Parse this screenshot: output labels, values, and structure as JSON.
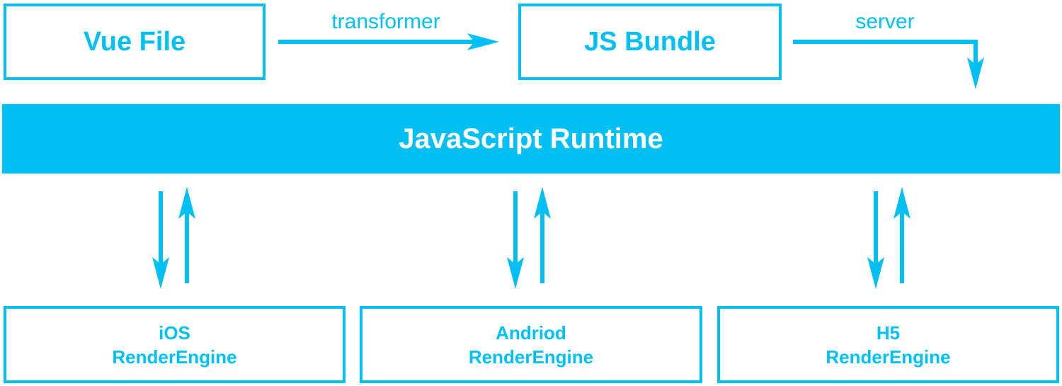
{
  "nodes": {
    "vue_file": "Vue File",
    "js_bundle": "JS Bundle",
    "runtime": "JavaScript Runtime",
    "ios": {
      "line1": "iOS",
      "line2": "RenderEngine"
    },
    "android": {
      "line1": "Andriod",
      "line2": "RenderEngine"
    },
    "h5": {
      "line1": "H5",
      "line2": "RenderEngine"
    }
  },
  "edges": {
    "transformer": "transformer",
    "server": "server"
  },
  "colors": {
    "accent": "#00BFF3",
    "background": "#FFFFFF",
    "runtime_text": "#FFFFFF"
  }
}
